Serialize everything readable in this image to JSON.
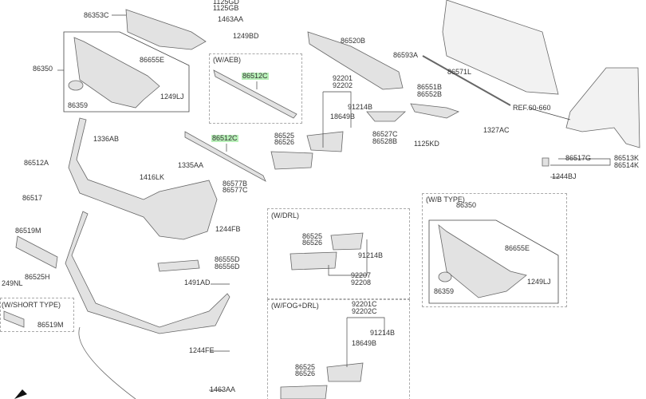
{
  "colors": {
    "highlight": "#b8f0b8",
    "line": "#555555",
    "part_fill": "#e2e2e2"
  },
  "groups": {
    "aeb": "(W/AEB)",
    "drl": "(W/DRL)",
    "fog_drl": "(W/FOG+DRL)",
    "wb_type": "(W/B TYPE)",
    "short_type": "(W/SHORT TYPE)"
  },
  "labels": {
    "p1125gd": "1125GD",
    "p1125gb": "1125GB",
    "p86353c": "86353C",
    "p1463aa_top": "1463AA",
    "p1249bd": "1249BD",
    "p86655e": "86655E",
    "p86350": "86350",
    "p1249lj": "1249LJ",
    "p86359": "86359",
    "p86512c_aeb": "86512C",
    "p86512c": "86512C",
    "p86525": "86525",
    "p86526": "86526",
    "p1336ab": "1336AB",
    "p86512a": "86512A",
    "p1335aa": "1335AA",
    "p1416lk": "1416LK",
    "p86577b": "86577B",
    "p86577c": "86577C",
    "p86517": "86517",
    "p86520b": "86520B",
    "p86593a": "86593A",
    "p86571l": "86571L",
    "p92201": "92201",
    "p92202": "92202",
    "p86551b": "86551B",
    "p86552b": "86552B",
    "p91214b": "91214B",
    "p18649b": "18649B",
    "ref": "REF.60-660",
    "p86527c": "86527C",
    "p86528b": "86528B",
    "p1327ac": "1327AC",
    "p1125kd": "1125KD",
    "p86517g": "86517G",
    "p86513k": "86513K",
    "p86514k": "86514K",
    "p1244bj": "1244BJ",
    "p1244fb": "1244FB",
    "p86519m": "86519M",
    "p86555d": "86555D",
    "p86556d": "86556D",
    "p249nl": "249NL",
    "p86525h": "86525H",
    "p1491ad": "1491AD",
    "p86519m_short": "86519M",
    "p1244fe": "1244FE",
    "p1463aa_bottom": "1463AA",
    "drl_86525": "86525",
    "drl_86526": "86526",
    "drl_91214b": "91214B",
    "drl_92207": "92207",
    "drl_92208": "92208",
    "fog_92201c": "92201C",
    "fog_92202c": "92202C",
    "fog_91214b": "91214B",
    "fog_18649b": "18649B",
    "fog_86525": "86525",
    "fog_86526": "86526",
    "wb_86350": "86350",
    "wb_86655e": "86655E",
    "wb_86359": "86359",
    "wb_1249lj": "1249LJ"
  }
}
